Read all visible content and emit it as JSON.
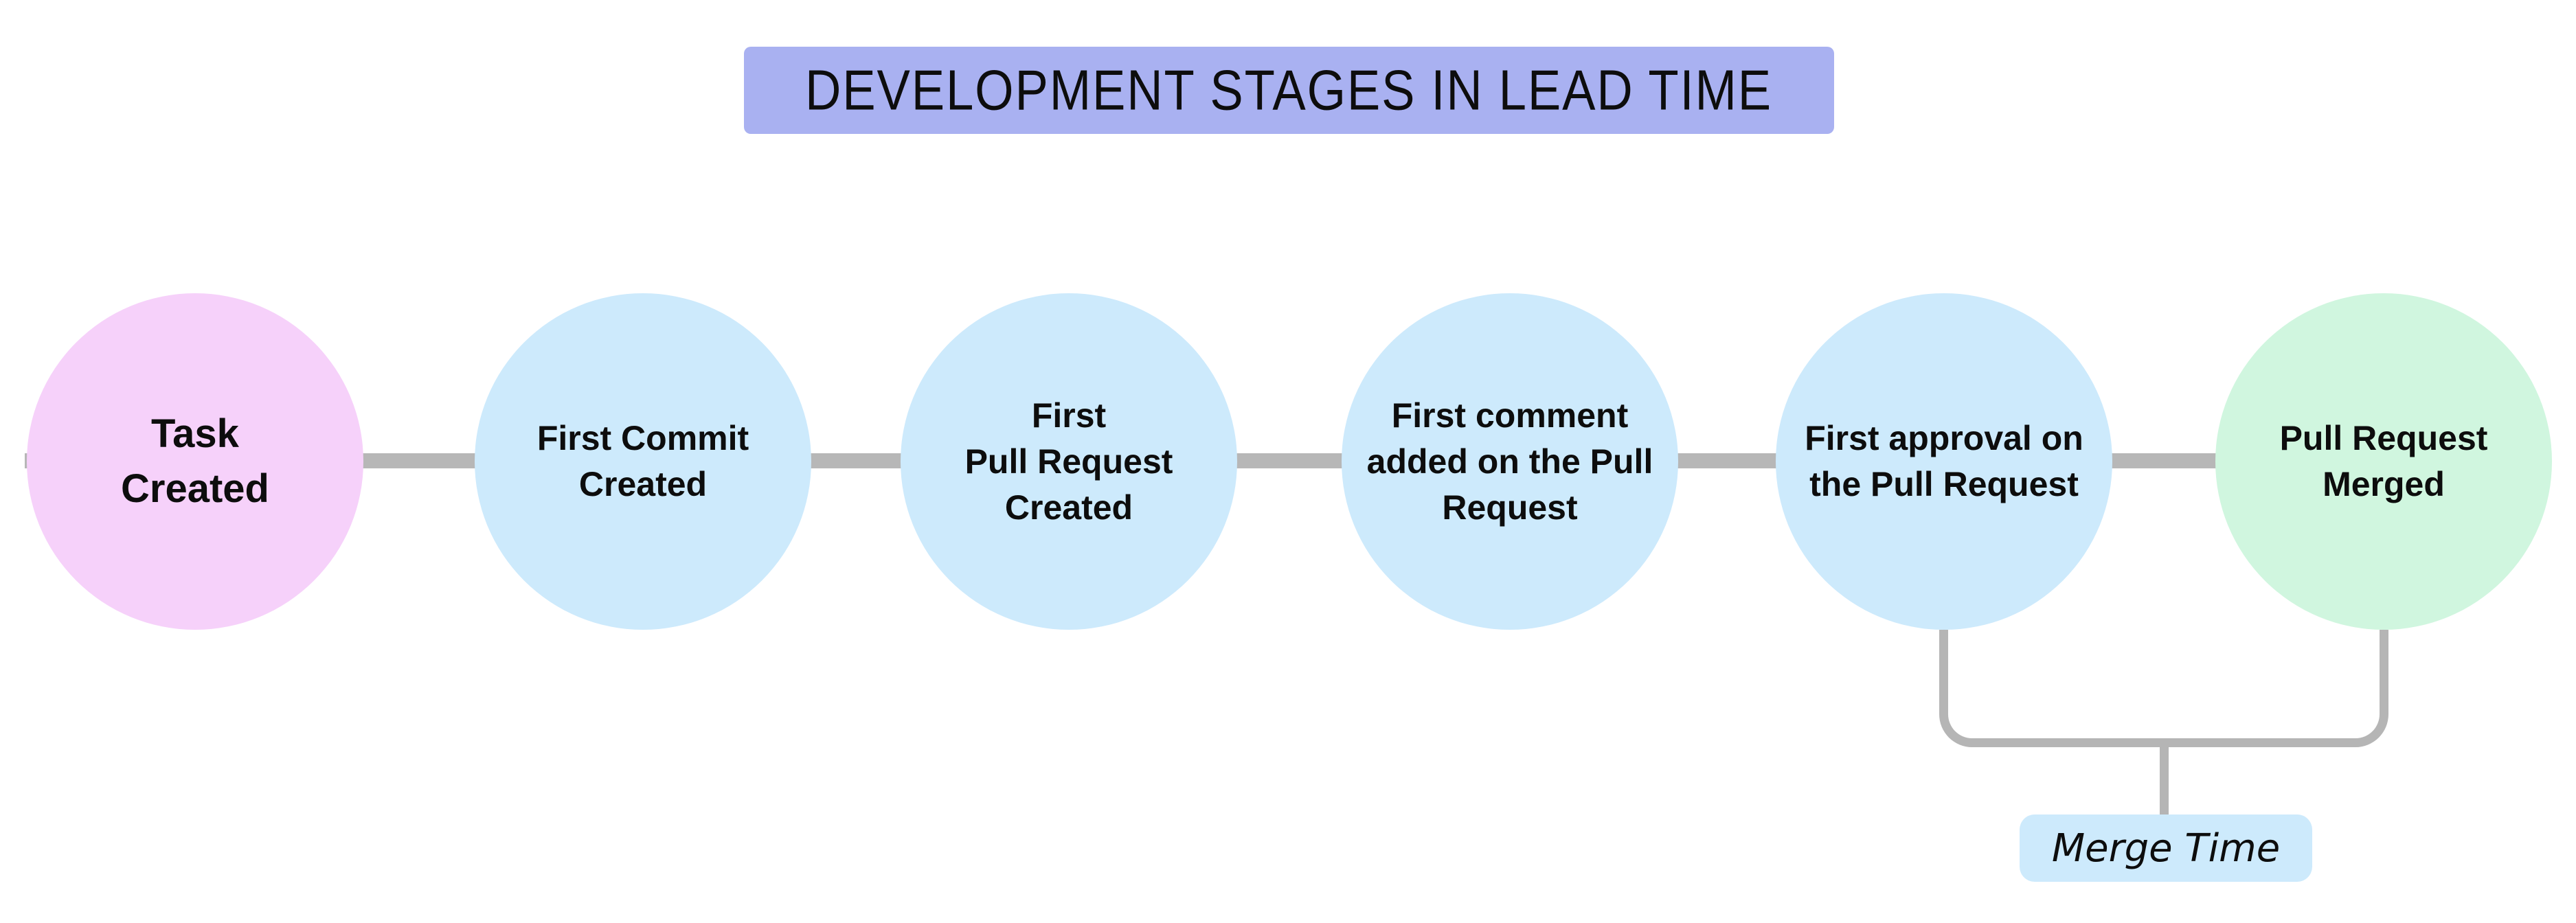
{
  "title": {
    "text": "DEVELOPMENT STAGES IN LEAD TIME",
    "bg_color": "#a9b1f1"
  },
  "stages": [
    {
      "label": "Task\nCreated",
      "color": "#f6d1fa"
    },
    {
      "label": "First Commit\nCreated",
      "color": "#cdeafc"
    },
    {
      "label": "First\nPull Request\nCreated",
      "color": "#cdeafc"
    },
    {
      "label": "First comment\nadded on the Pull\nRequest",
      "color": "#cdeafc"
    },
    {
      "label": "First approval on\nthe Pull Request",
      "color": "#cdeafc"
    },
    {
      "label": "Pull Request\nMerged",
      "color": "#d0f6df"
    }
  ],
  "connector": {
    "color": "#b7b7b7"
  },
  "bracket": {
    "color": "#b5b5b5"
  },
  "annotation": {
    "label": "Merge Time",
    "bg_color": "#cdeafc"
  }
}
